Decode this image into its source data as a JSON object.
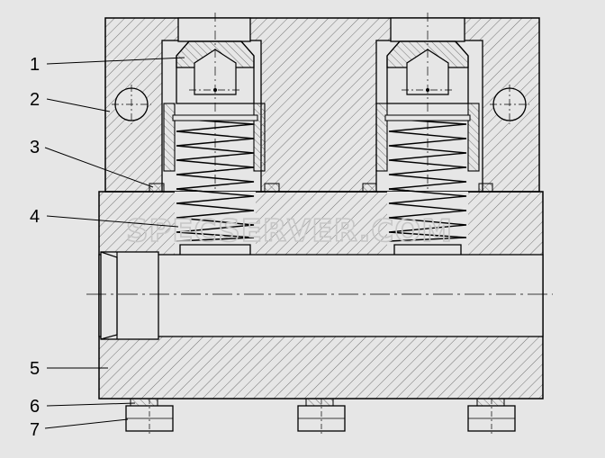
{
  "callouts": [
    {
      "label": "1"
    },
    {
      "label": "2"
    },
    {
      "label": "3"
    },
    {
      "label": "4"
    },
    {
      "label": "5"
    },
    {
      "label": "6"
    },
    {
      "label": "7"
    }
  ],
  "watermark": "SPECSERVER.COM",
  "colors": {
    "background": "#e6e6e6",
    "line": "#000000",
    "hatch": "#555555",
    "watermark": "#c6c6c6"
  }
}
